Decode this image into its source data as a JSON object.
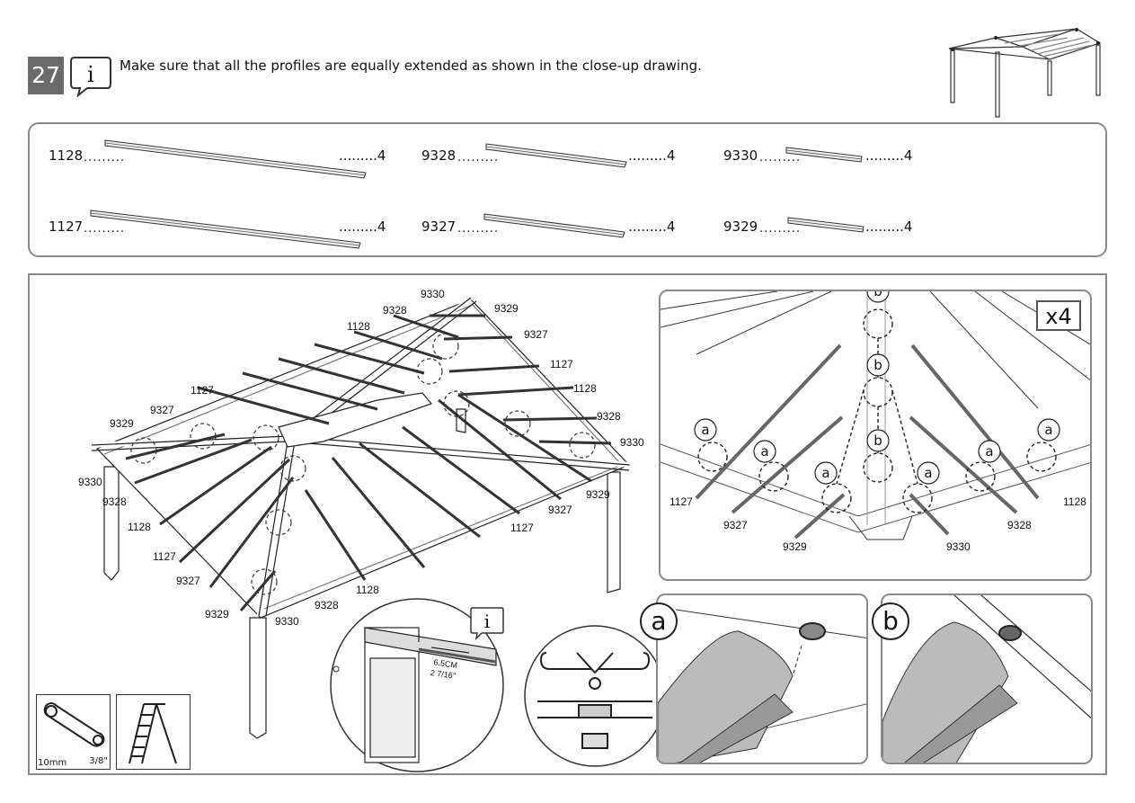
{
  "step": {
    "number": "27",
    "instruction": "Make sure that all the profiles are equally extended as shown in the close-up drawing."
  },
  "parts": [
    {
      "code": "1128",
      "dots": ".........",
      "qty": ".........4"
    },
    {
      "code": "1127",
      "dots": ".........",
      "qty": ".........4"
    },
    {
      "code": "9328",
      "dots": ".........",
      "qty": ".........4"
    },
    {
      "code": "9327",
      "dots": ".........",
      "qty": ".........4"
    },
    {
      "code": "9330",
      "dots": ".........",
      "qty": ".........4"
    },
    {
      "code": "9329",
      "dots": ".........",
      "qty": ".........4"
    }
  ],
  "main_labels": {
    "l9330a": "9330",
    "l9328a": "9328",
    "l9329a": "9329",
    "l1128a": "1128",
    "l9327a": "9327",
    "l1127a": "1127",
    "l1128b": "1128",
    "l9328b": "9328",
    "l9330b": "9330",
    "l1127b": "1127",
    "l9327b": "9327",
    "l9329b": "9329",
    "l9330c": "9330",
    "l9328c": "9328",
    "l1128c": "1128",
    "l1127c": "1127",
    "l9327c": "9327",
    "l9329c": "9329",
    "l9330d": "9330",
    "l9328d": "9328",
    "l1128d": "1128",
    "l1127d": "1127",
    "l9327d": "9327",
    "l9329d": "9329"
  },
  "detail": {
    "multiplier": "x4",
    "b": "b",
    "a": "a",
    "labels": {
      "d1127": "1127",
      "d9327": "9327",
      "d9329": "9329",
      "d9330": "9330",
      "d9328": "9328",
      "d1128": "1128"
    }
  },
  "closeup": {
    "dim_cm": "6.5CM",
    "dim_in": "2 7/16\"",
    "info": "i"
  },
  "panels": {
    "a": "a",
    "b": "b"
  },
  "tools": {
    "wrench_metric": "10mm",
    "wrench_imperial": "3/8\""
  }
}
